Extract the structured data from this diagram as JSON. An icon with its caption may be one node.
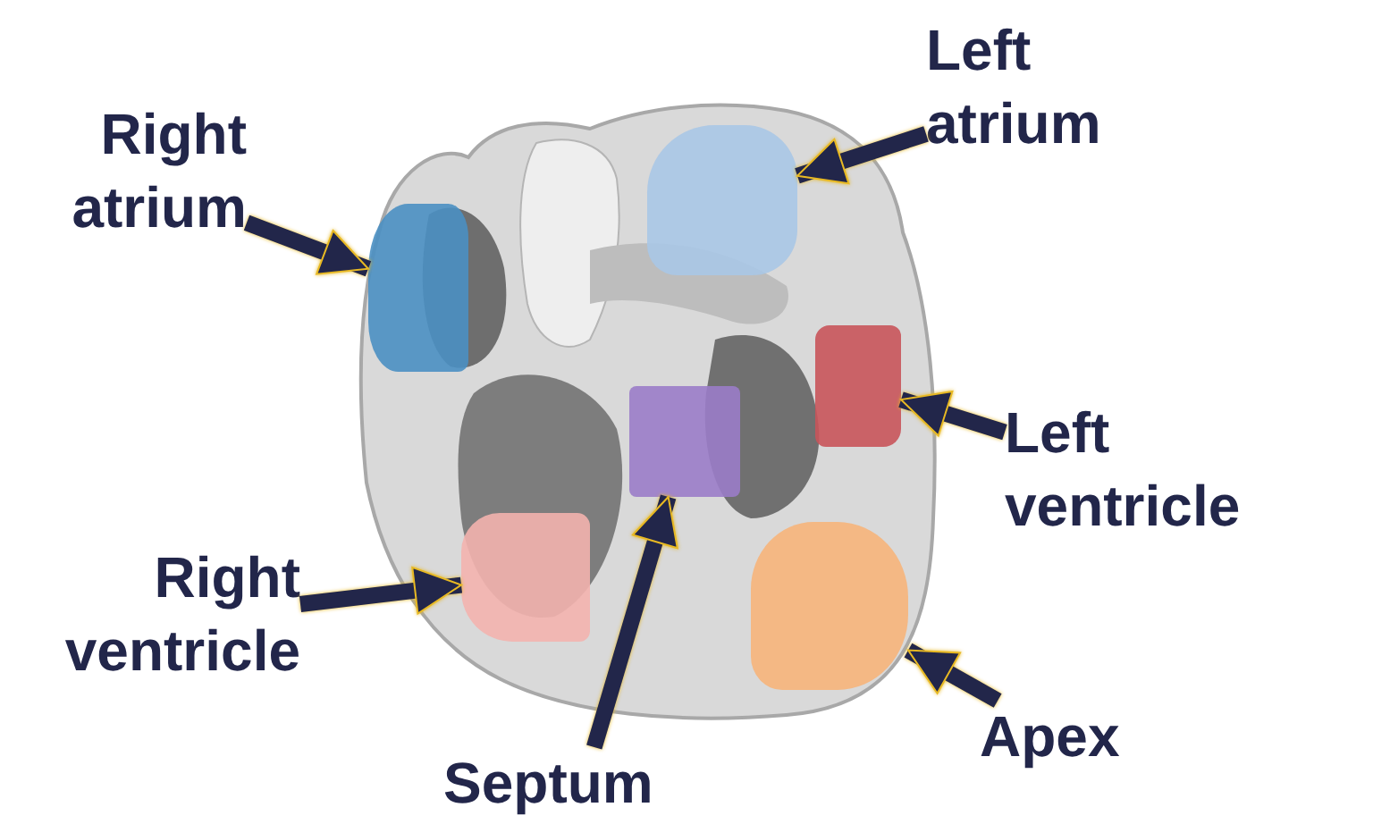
{
  "diagram": {
    "nodes": [
      {
        "text": [
          "Left atrium"
        ]
      },
      {
        "text": [
          "Right atrium"
        ]
      },
      {
        "text": [
          "Left ventricle"
        ]
      },
      {
        "text": [
          "Right ventricle"
        ]
      },
      {
        "text": [
          "Apex"
        ]
      },
      {
        "text": [
          "Septum"
        ]
      },
      {
        "text": [],
        "shape": "region"
      },
      {
        "text": [],
        "shape": "region"
      },
      {
        "text": [],
        "shape": "region"
      },
      {
        "text": [],
        "shape": "region"
      },
      {
        "text": [],
        "shape": "region"
      },
      {
        "text": [],
        "shape": "region"
      }
    ],
    "edges": [
      {
        "from": 0,
        "to": 7,
        "arrow": "to"
      },
      {
        "from": 1,
        "to": 6,
        "arrow": "to"
      },
      {
        "from": 2,
        "to": 9,
        "arrow": "to"
      },
      {
        "from": 3,
        "to": 10,
        "arrow": "to"
      },
      {
        "from": 4,
        "to": 11,
        "arrow": "to"
      },
      {
        "from": 5,
        "to": 8,
        "arrow": "to"
      }
    ]
  }
}
